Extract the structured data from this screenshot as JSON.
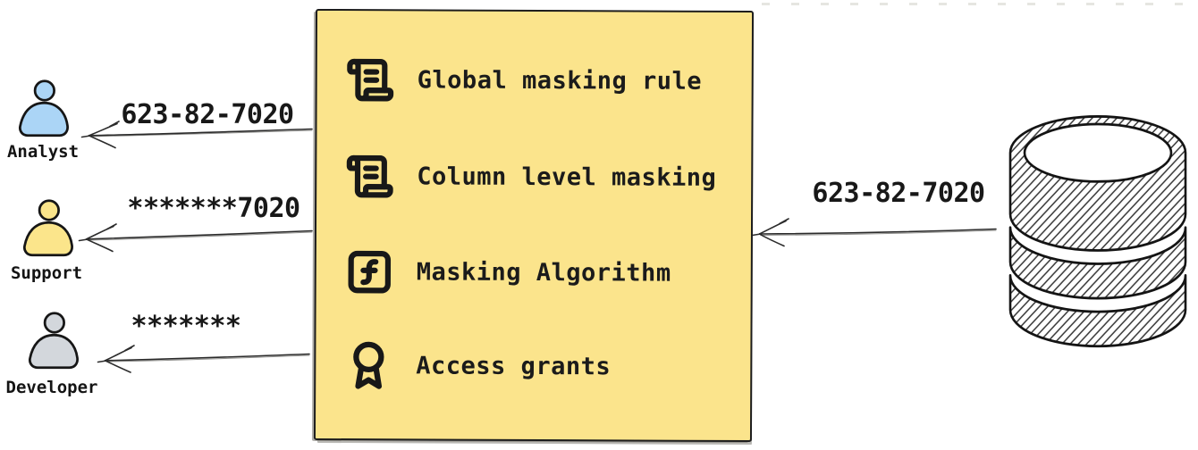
{
  "diagram": "data-masking-flow",
  "personas": [
    {
      "name": "Analyst",
      "color": "#abd5f6"
    },
    {
      "name": "Support",
      "color": "#fbe58b"
    },
    {
      "name": "Developer",
      "color": "#d3d7dc"
    }
  ],
  "masking_box": {
    "background": "#fbe48c",
    "items": [
      {
        "icon": "scroll-text-icon",
        "label": "Global masking rule"
      },
      {
        "icon": "scroll-text-icon",
        "label": "Column level masking"
      },
      {
        "icon": "function-square-icon",
        "label": "Masking Algorithm"
      },
      {
        "icon": "award-icon",
        "label": "Access grants"
      }
    ]
  },
  "database": {
    "icon": "database-icon"
  },
  "flows": [
    {
      "from": "masking-box",
      "to": "Analyst",
      "label": "623-82-7020"
    },
    {
      "from": "masking-box",
      "to": "Support",
      "label": "*******7020"
    },
    {
      "from": "masking-box",
      "to": "Developer",
      "label": "*******"
    },
    {
      "from": "database",
      "to": "masking-box",
      "label": "623-82-7020"
    }
  ]
}
